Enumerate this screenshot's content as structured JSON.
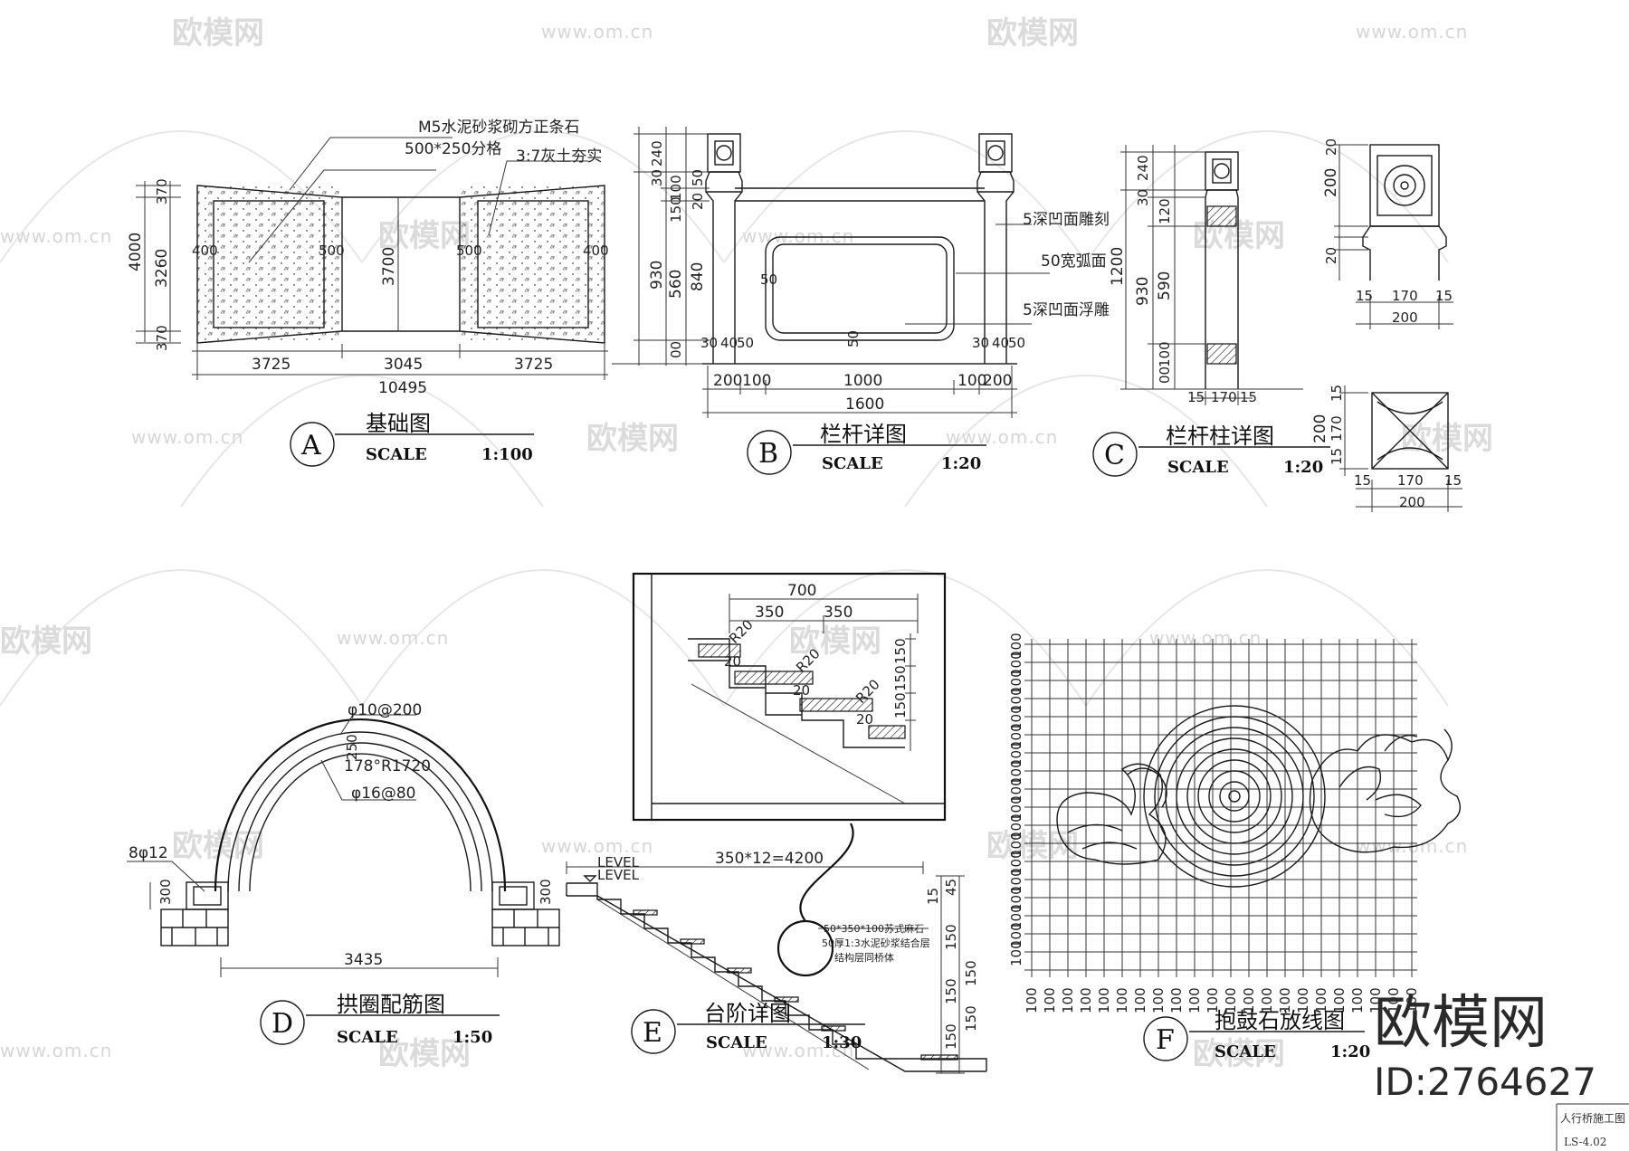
{
  "watermark": {
    "brand": "欧模网",
    "url": "www.om.cn"
  },
  "branding": {
    "mark": "欧模网",
    "id": "ID:2764627"
  },
  "footer": {
    "title": "人行桥施工图",
    "code": "LS-4.02"
  },
  "scale_label": "SCALE",
  "A": {
    "letter": "A",
    "title": "基础图",
    "scale": "1:100",
    "note1": "M5水泥砂浆砌方正条石",
    "note2": "500*250分格",
    "note3": "3:7灰土夯实",
    "dims": {
      "overall_h": "4000",
      "top": "370",
      "mid": "3260",
      "bot": "370",
      "center_h": "3700",
      "w400": "400",
      "w500": "500",
      "left_w": "3725",
      "mid_w": "3045",
      "right_w": "3725",
      "total_w": "10495"
    }
  },
  "B": {
    "letter": "B",
    "title": "栏杆详图",
    "scale": "1:20",
    "note1": "5深凹面雕刻",
    "note2": "50宽弧面",
    "note3": "5深凹面浮雕",
    "dims": {
      "d30": "30",
      "d240": "240",
      "d930": "930",
      "d150": "150",
      "d100": "100",
      "d20": "20",
      "d50": "50",
      "d560": "560",
      "d840": "840",
      "d00": "00",
      "d40": "40",
      "w200": "200",
      "w100": "100",
      "w1000": "1000",
      "w1600": "1600"
    }
  },
  "C": {
    "letter": "C",
    "title": "栏杆柱详图",
    "scale": "1:20",
    "dims": {
      "d1200": "1200",
      "d930": "930",
      "d240": "240",
      "d30": "30",
      "d120": "120",
      "d590": "590",
      "d100": "100",
      "d00": "00",
      "w15": "15",
      "w170": "170",
      "w200": "200",
      "h20": "20"
    }
  },
  "D": {
    "letter": "D",
    "title": "拱圈配筋图",
    "scale": "1:50",
    "rebar1": "φ10@200",
    "rebar2": "φ16@80",
    "radius": "178°R1720",
    "thick": "250",
    "bars": "8φ12",
    "base": "300",
    "span": "3435"
  },
  "E": {
    "letter": "E",
    "title": "台阶详图",
    "scale": "1:30",
    "run": "350*12=4200",
    "level1": "LEVEL",
    "level2": "LEVEL",
    "note1": "50*350*100苏式麻石",
    "note2": "50厚1:3水泥砂浆结合层",
    "note3": "结构层同桥体",
    "detail": {
      "w700": "700",
      "w350": "350",
      "h150": "150",
      "h20": "20",
      "r20": "R20"
    },
    "rise": "150",
    "rise_small": "15",
    "h45": "45"
  },
  "F": {
    "letter": "F",
    "title": "抱鼓石放线图",
    "scale": "1:20",
    "grid": "100"
  }
}
